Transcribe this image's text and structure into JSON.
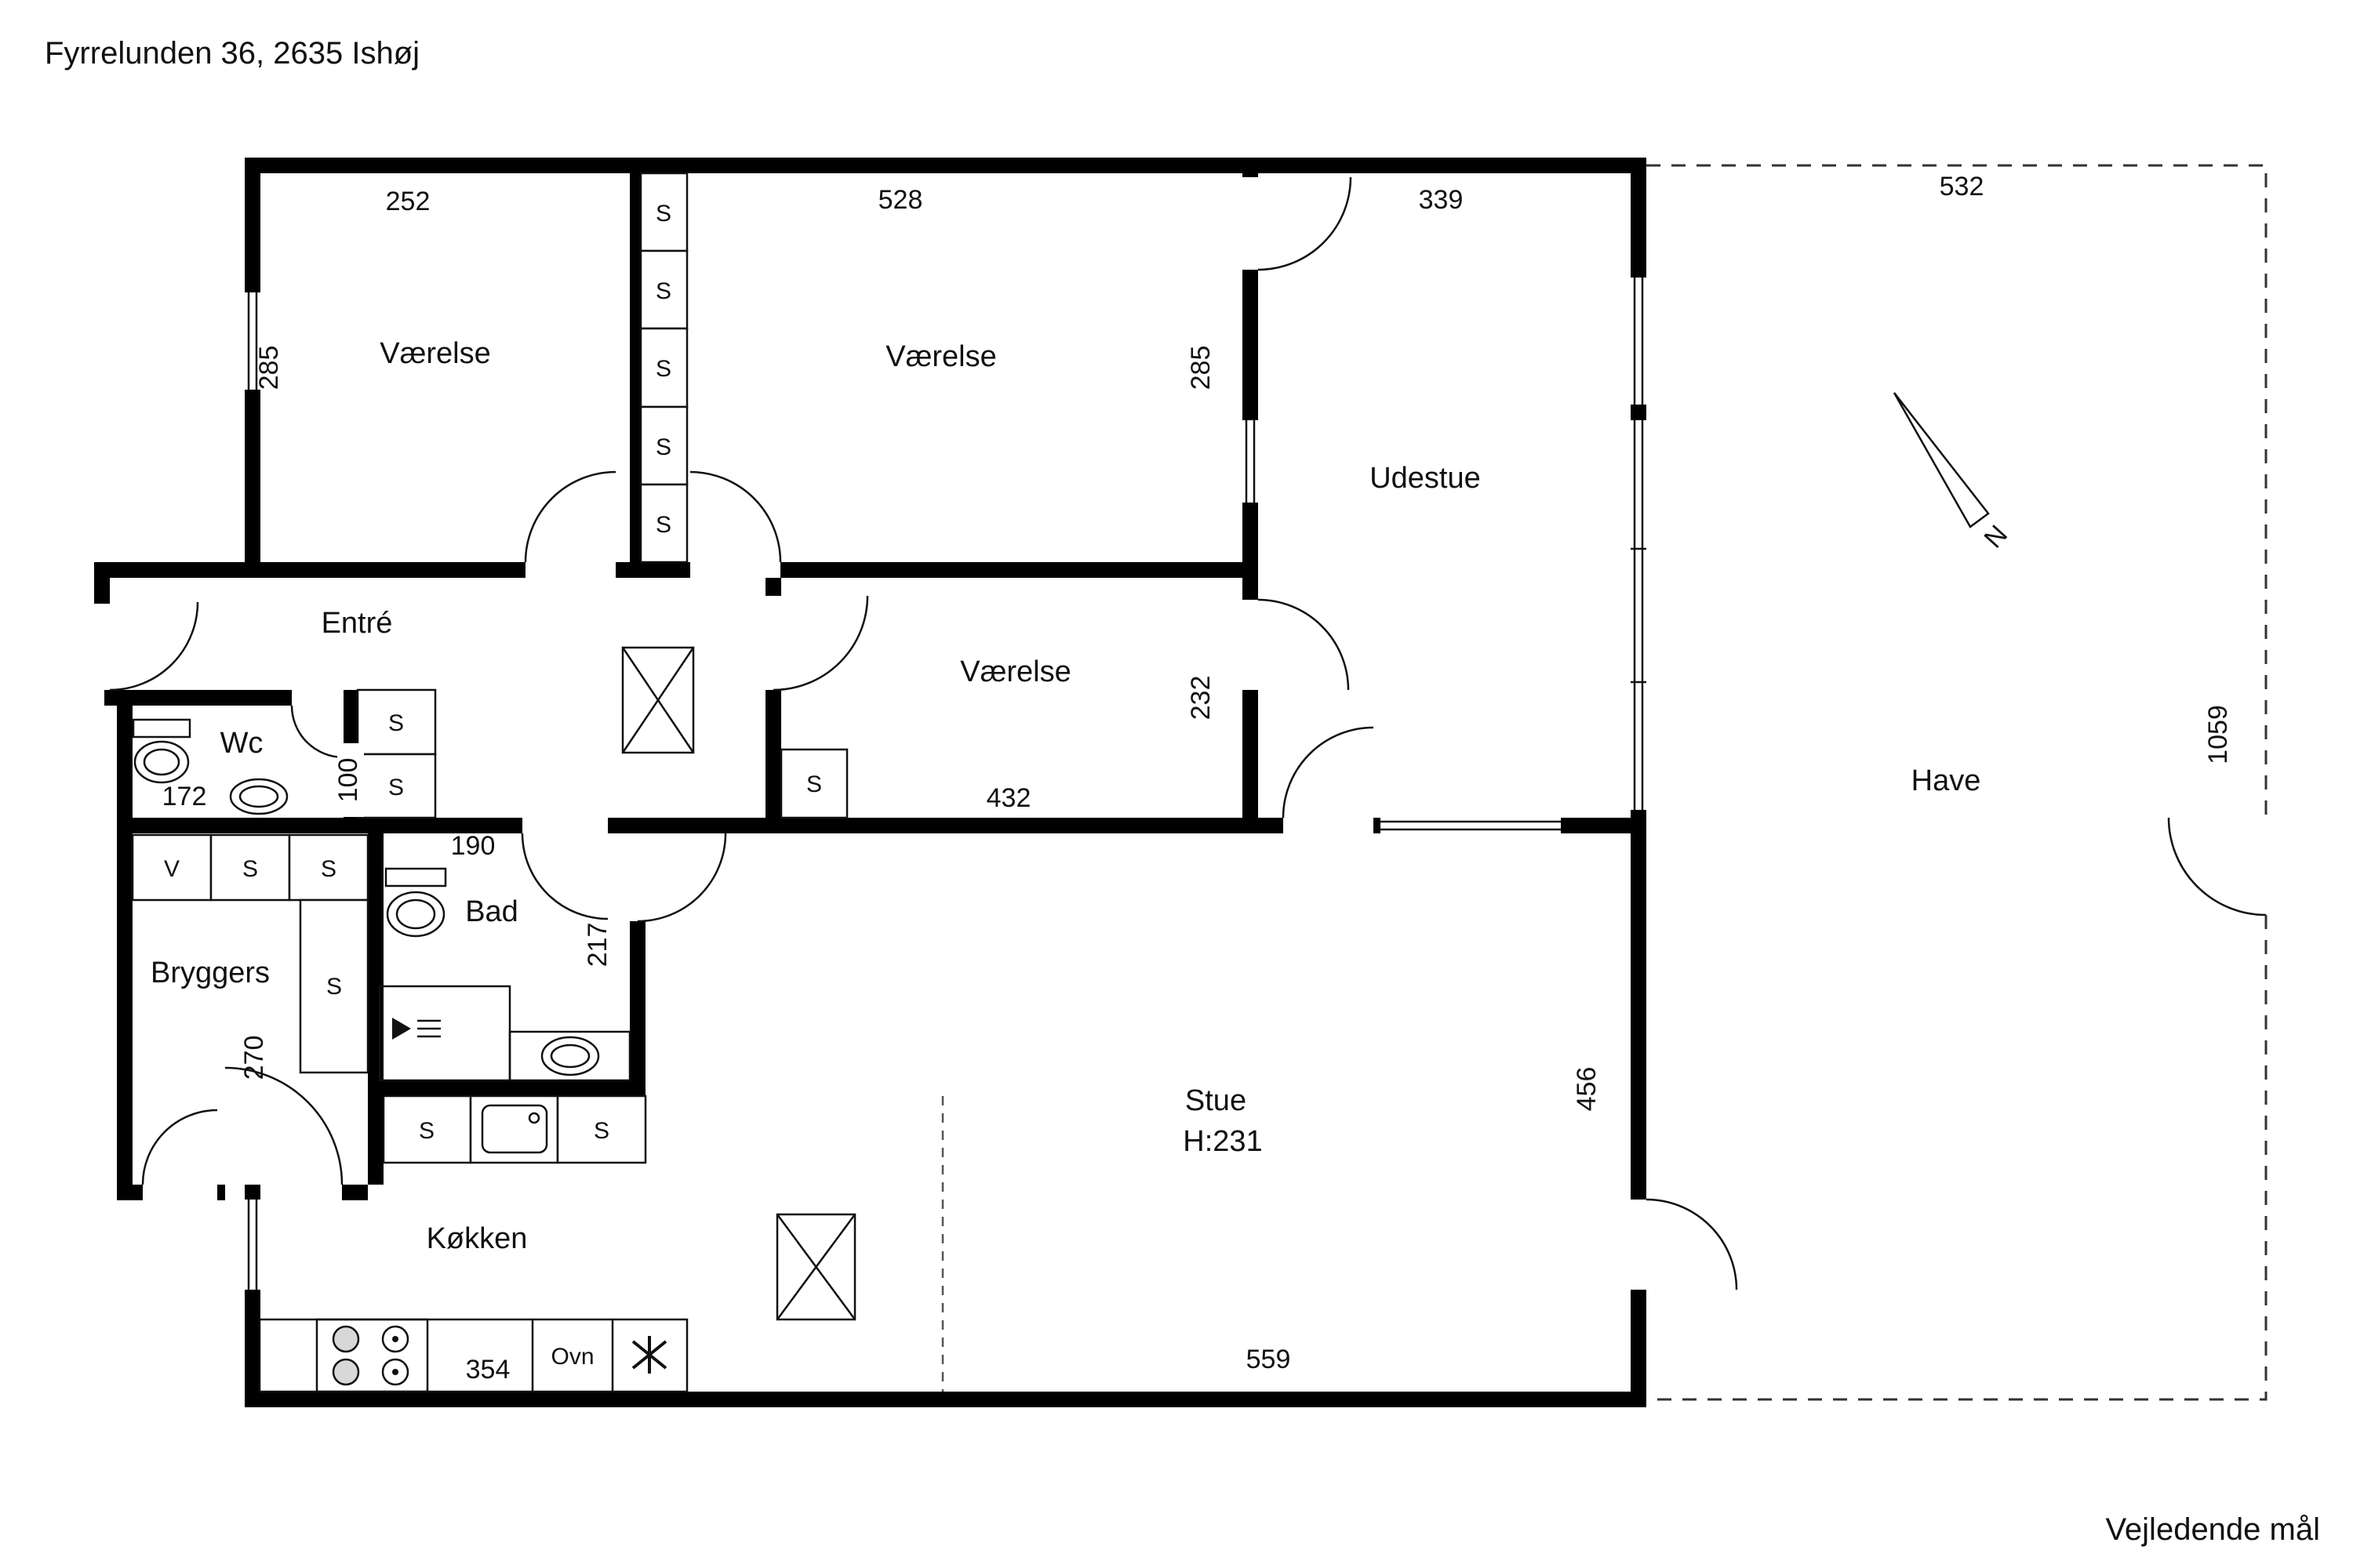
{
  "title": "Fyrrelunden 36, 2635 Ishøj",
  "footnote": "Vejledende mål",
  "compass": {
    "north": "N"
  },
  "rooms": {
    "vaerelse": "Værelse",
    "udestue": "Udestue",
    "entre": "Entré",
    "wc": "Wc",
    "bad": "Bad",
    "bryggers": "Bryggers",
    "kokken": "Køkken",
    "stue": "Stue",
    "stue_ceiling": "H:231",
    "have": "Have",
    "ovn": "Ovn"
  },
  "closets": {
    "s": "S",
    "v": "V"
  },
  "dims": {
    "d252": "252",
    "d528": "528",
    "d339": "339",
    "d532": "532",
    "d285a": "285",
    "d285b": "285",
    "d232": "232",
    "d100": "100",
    "d172": "172",
    "d190": "190",
    "d432": "432",
    "d217": "217",
    "d270": "270",
    "d354": "354",
    "d559": "559",
    "d456": "456",
    "d1059": "1059"
  }
}
